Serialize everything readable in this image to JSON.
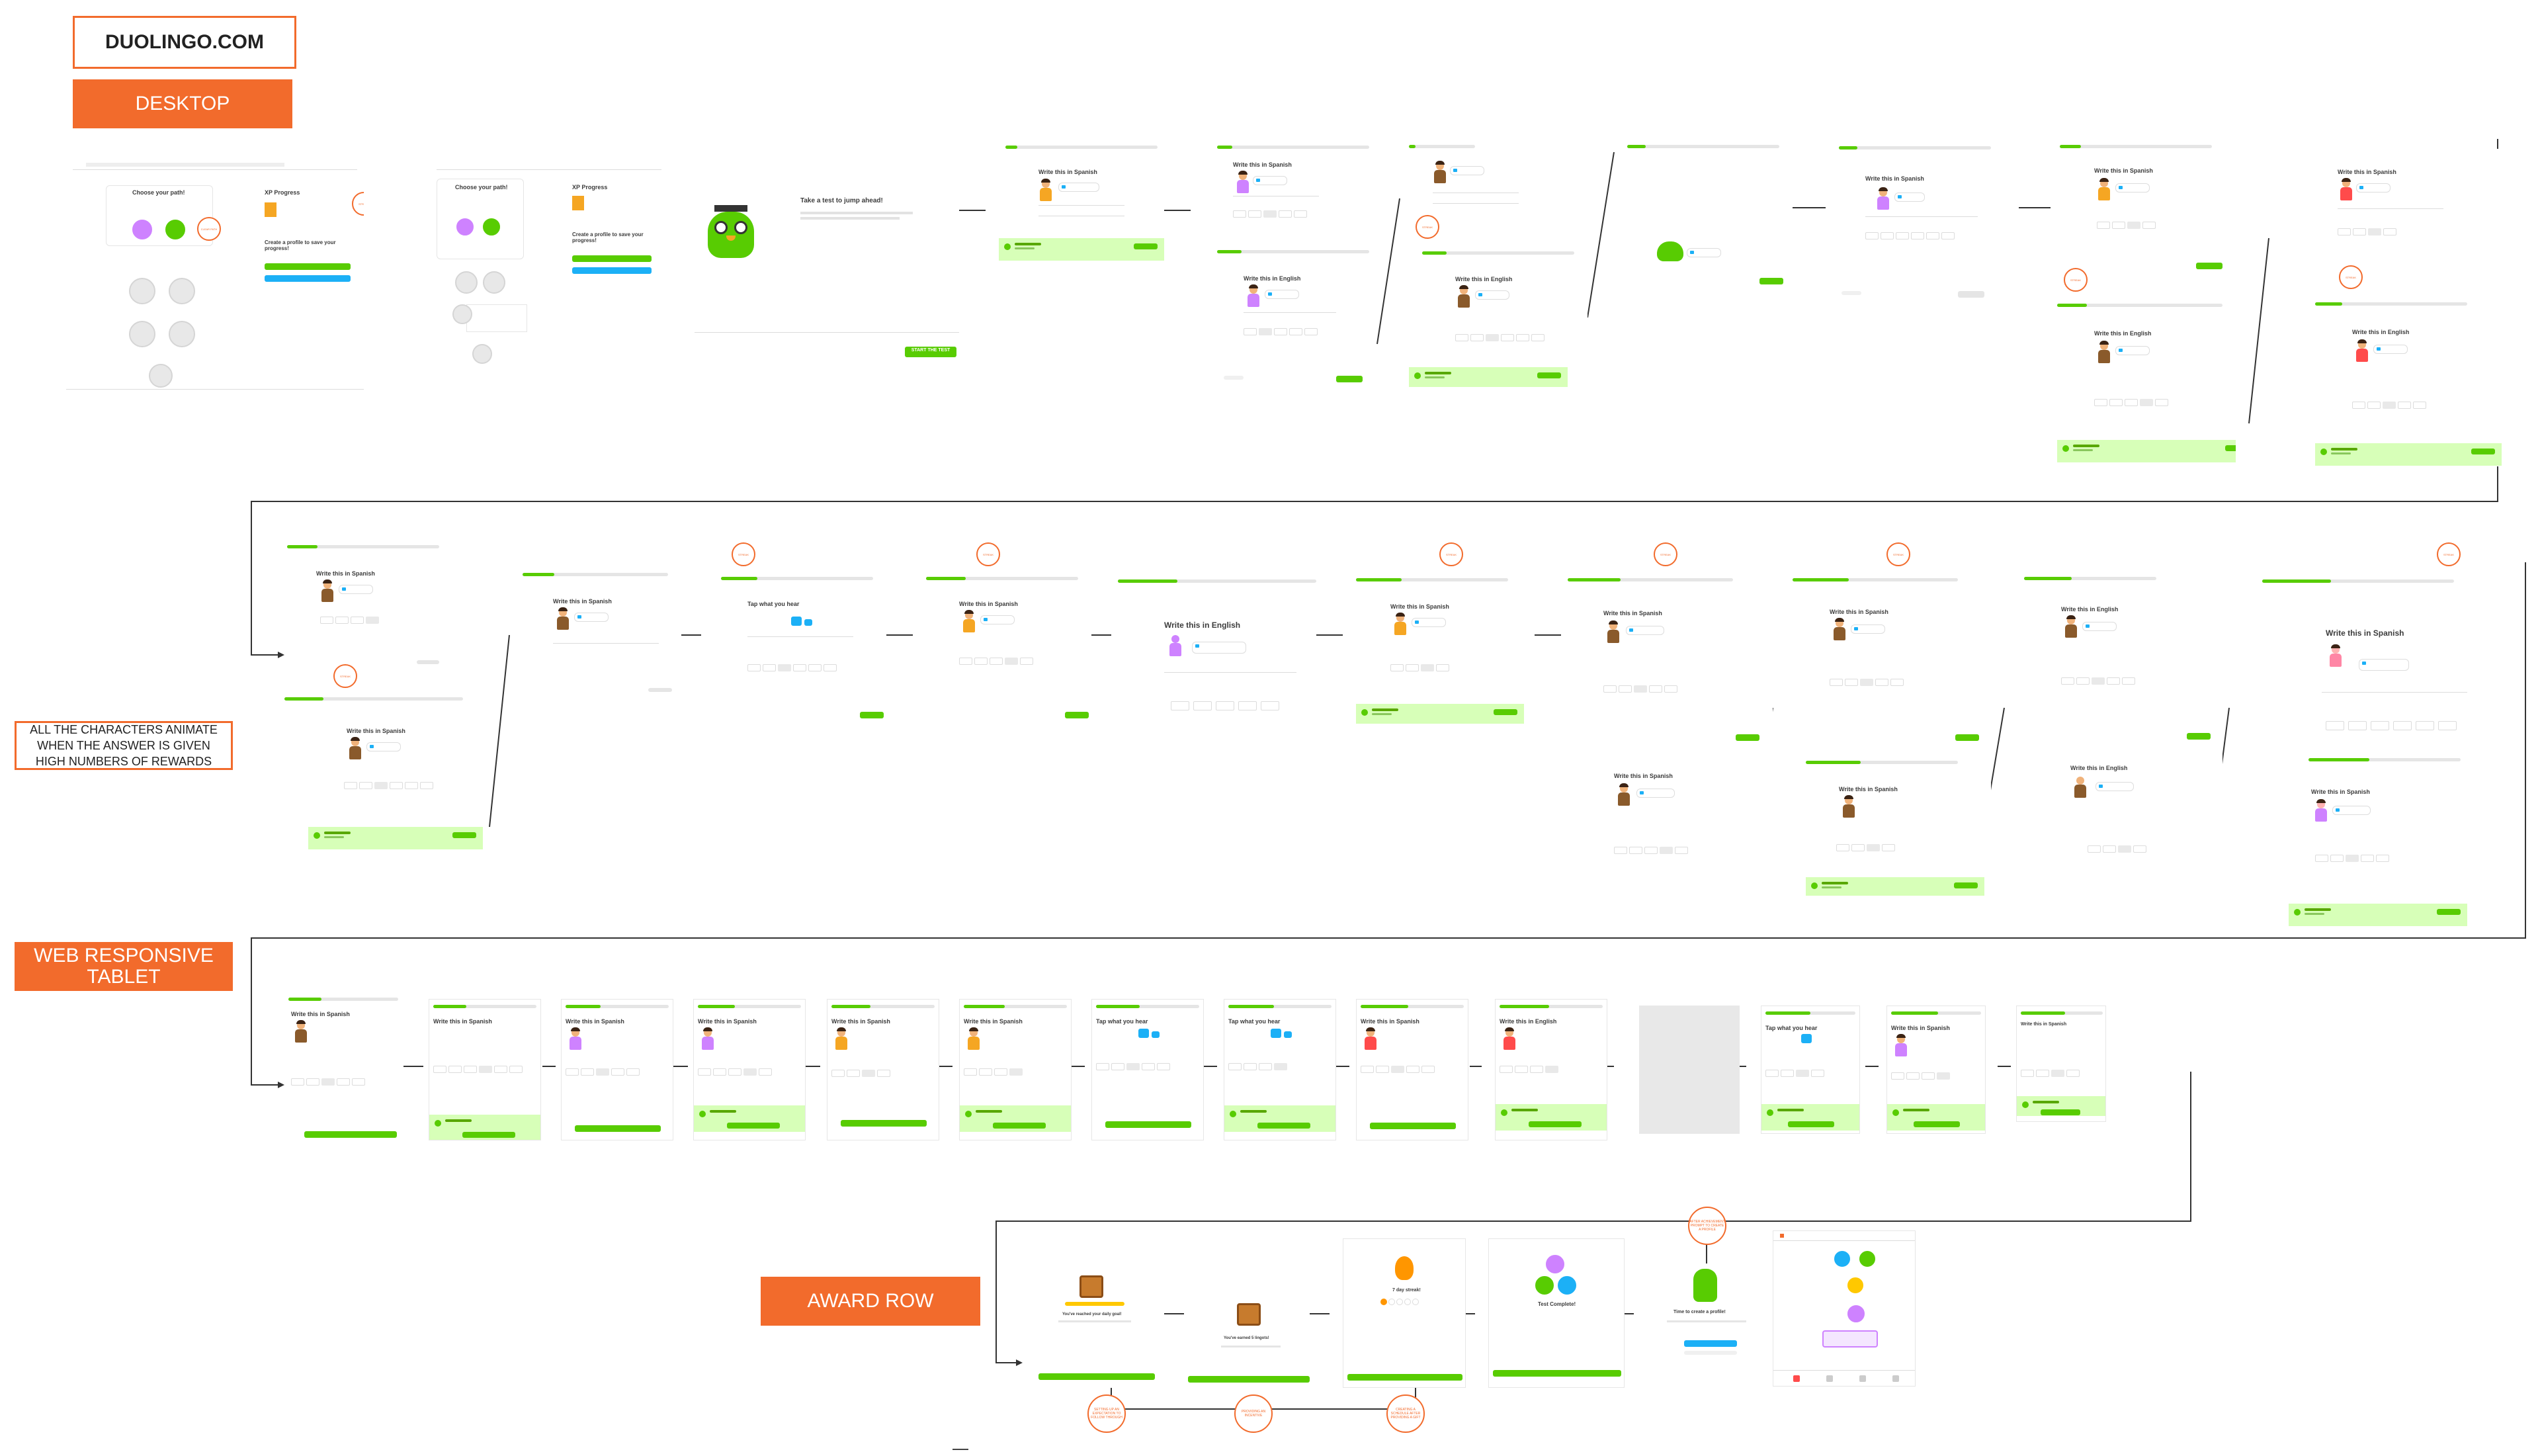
{
  "labels": {
    "site": "DUOLINGO.COM",
    "desktop": "DESKTOP",
    "tablet": "WEB RESPONSIVE TABLET",
    "award": "AWARD ROW",
    "animate_note": "ALL THE CHARACTERS ANIMATE WHEN THE ANSWER IS GIVEN HIGH NUMBERS OF REWARDS"
  },
  "desktop_row1": {
    "path_title_1": "Choose your path!",
    "xp_title_1": "XP Progress",
    "profile_cta_1": "Create a profile to save your progress!",
    "path_title_2": "Choose your path!",
    "xp_title_2": "XP Progress",
    "profile_cta_2": "Create a profile to save your progress!",
    "jump_title": "Take a test to jump ahead!",
    "start_test": "START THE TEST",
    "write_spanish": "Write this in Spanish",
    "write_english": "Write this in English",
    "write_sound": "Write this in Spanish"
  },
  "desktop_row2": {
    "write_spanish": "Write this in Spanish",
    "write_english": "Write this in English",
    "tap_heard": "Tap what you hear",
    "big_title_english": "Write this in English",
    "big_title_spanish": "Write this in Spanish"
  },
  "award_row": {
    "reward_1": "You've reached your daily goal!",
    "reward_2": "You've earned 5 lingots!",
    "reward_3": "7 day streak!",
    "reward_4": "Test Complete!",
    "reward_5": "Time to create a profile!"
  },
  "award_callouts": {
    "c1": "AFTER ACHIEVEMENT PROMPT TO CREATE A PROFILE",
    "c2": "SETTING UP AN EXPECTATION TO FOLLOW THROUGH",
    "c3": "PROVIDING AN INCENTIVE",
    "c4": "CREATING A SCHEDULE AFTER PROVIDING A GIFT"
  },
  "colors": {
    "accent": "#f26b2c",
    "duo_green": "#58cc02",
    "duo_blue": "#1cb0f6",
    "correct_banner": "#d7ffb8"
  }
}
